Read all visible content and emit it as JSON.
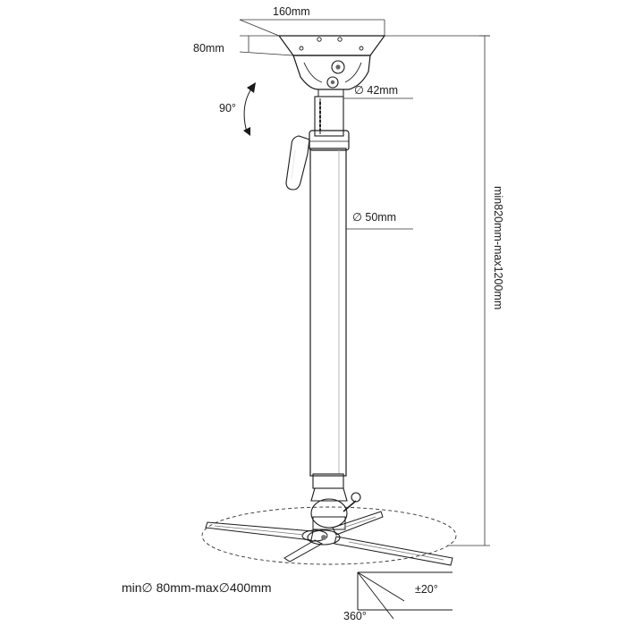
{
  "labels": {
    "plate_width": "160mm",
    "plate_depth": "80mm",
    "tilt_angle": "90°",
    "inner_tube_diameter": "∅ 42mm",
    "outer_tube_diameter": "∅ 50mm",
    "height_range": "min820mm-max1200mm",
    "mount_range": "min∅  80mm-max∅400mm",
    "swivel_angle": "±20°",
    "rotation_angle": "360°"
  },
  "colors": {
    "line": "#1a1a1a",
    "metal_light": "#e9e9e9",
    "metal_mid": "#bdbdbd",
    "metal_dark": "#6e6e6e"
  }
}
